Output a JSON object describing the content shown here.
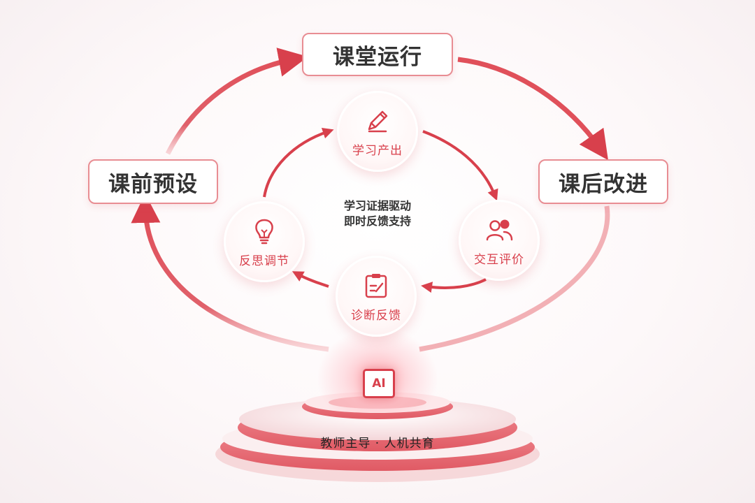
{
  "outer_stages": {
    "top": "课堂运行",
    "left": "课前预设",
    "right": "课后改进"
  },
  "inner_nodes": {
    "top": {
      "label": "学习产出",
      "icon": "pencil-icon"
    },
    "right": {
      "label": "交互评价",
      "icon": "users-icon"
    },
    "bottom": {
      "label": "诊断反馈",
      "icon": "clipboard-icon"
    },
    "left": {
      "label": "反思调节",
      "icon": "lightbulb-icon"
    }
  },
  "center": {
    "line1": "学习证据驱动",
    "line2": "即时反馈支持"
  },
  "ai_badge": "AI",
  "platform": {
    "label": "教师主导 · 人机共育"
  },
  "colors": {
    "accent": "#d8404c",
    "border": "#e88d93",
    "text": "#333333"
  }
}
